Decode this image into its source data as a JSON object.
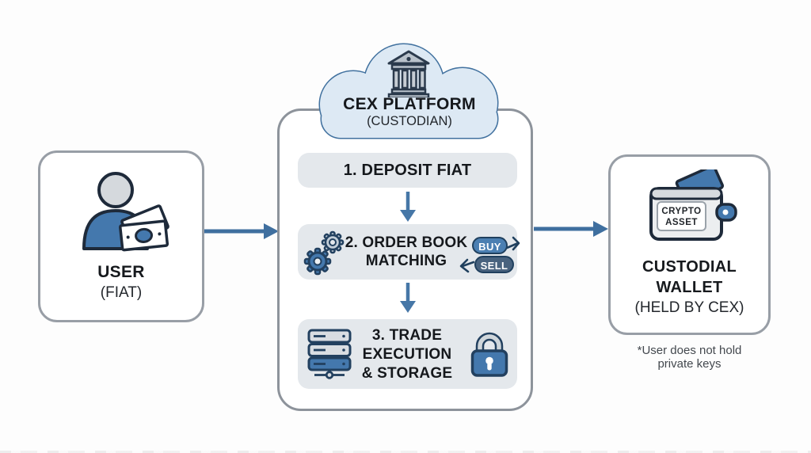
{
  "user_box": {
    "title": "USER",
    "subtitle": "(FIAT)"
  },
  "cloud": {
    "title": "CEX PLATFORM",
    "subtitle": "(CUSTODIAN)"
  },
  "steps": {
    "step1": {
      "label": "1. DEPOSIT FIAT"
    },
    "step2": {
      "line1": "2. ORDER BOOK",
      "line2": "MATCHING",
      "buy_label": "BUY",
      "sell_label": "SELL"
    },
    "step3": {
      "line1": "3. TRADE",
      "line2": "EXECUTION",
      "line3": "& STORAGE"
    }
  },
  "wallet_box": {
    "card_line1": "CRYPTO",
    "card_line2": "ASSET",
    "title_line1": "CUSTODIAL",
    "title_line2": "WALLET",
    "subtitle": "(HELD BY CEX)",
    "note_line1": "*User does not hold",
    "note_line2": "private keys"
  },
  "icons": {
    "user-icon": "person with banknote",
    "bank-icon": "classical bank building",
    "gears-icon": "two gears",
    "server-icon": "server rack with network node",
    "lock-icon": "padlock",
    "wallet-icon": "wallet with crypto card",
    "arrow-down-icon": "downward flow arrow",
    "arrow-right-icon": "rightward flow arrow",
    "buy-arrow-icon": "small arrow pointing right",
    "sell-arrow-icon": "small arrow pointing left"
  },
  "colors": {
    "accent_blue": "#4478ad",
    "dark_outline": "#22405f",
    "sell_blue": "#48627e",
    "cloud_fill": "#dde9f4",
    "cloud_stroke": "#41719f",
    "panel_border": "#8d939b",
    "box_border": "#989ea6",
    "step_bg": "#e4e8ec",
    "arrow_blue": "#4677a7",
    "text_dark": "#1d2126",
    "note_text": "#43484e",
    "icon_gray": "#d5d9dd"
  }
}
